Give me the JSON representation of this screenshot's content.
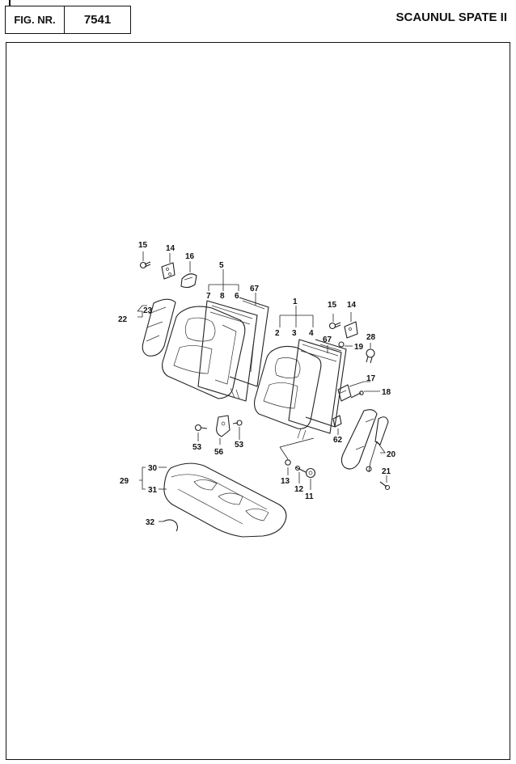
{
  "header": {
    "fig_label": "FIG. NR.",
    "fig_number": "7541",
    "title": "SCAUNUL SPATE II"
  },
  "callouts": {
    "c15a": "15",
    "c14a": "14",
    "c16": "16",
    "c5": "5",
    "c7": "7",
    "c8": "8",
    "c6": "6",
    "c67a": "67",
    "c23": "23",
    "c22": "22",
    "c1": "1",
    "c2": "2",
    "c3": "3",
    "c4": "4",
    "c15b": "15",
    "c14b": "14",
    "c67b": "67",
    "c19": "19",
    "c28": "28",
    "c17": "17",
    "c18": "18",
    "c62": "62",
    "c20": "20",
    "c21": "21",
    "c53a": "53",
    "c56": "56",
    "c53b": "53",
    "c13": "13",
    "c12": "12",
    "c11": "11",
    "c30": "30",
    "c29": "29",
    "c31": "31",
    "c32": "32"
  }
}
